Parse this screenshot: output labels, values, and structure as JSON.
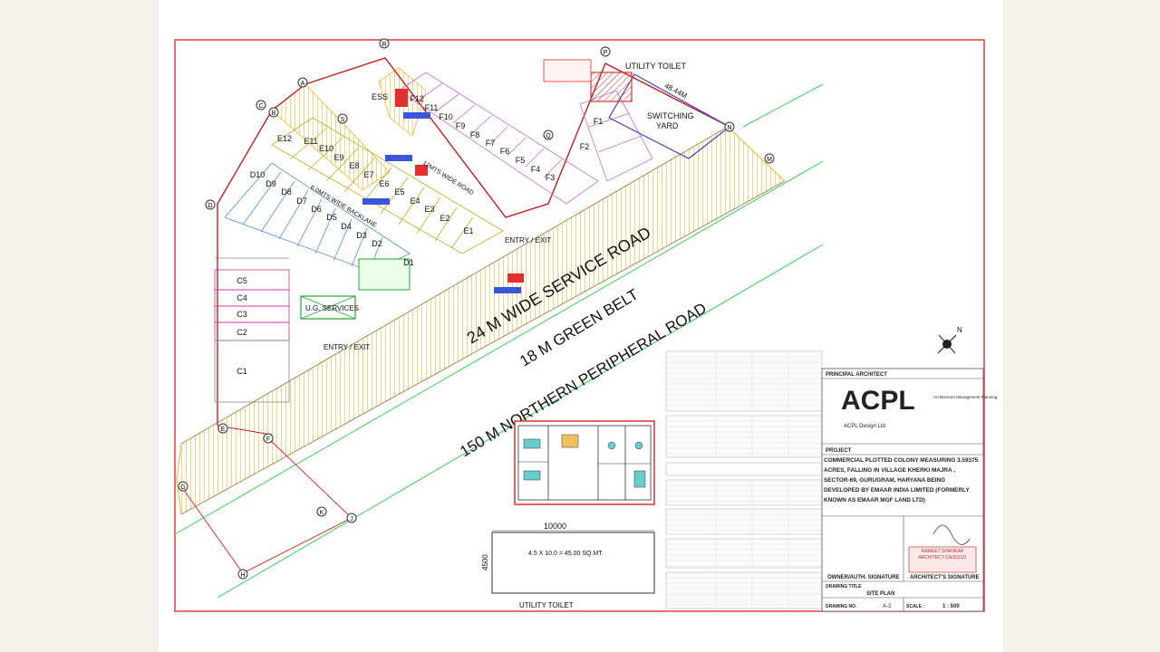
{
  "roads": {
    "service_road": "24  M  WIDE SERVICE ROAD",
    "green_belt": "18 M  GREEN BELT",
    "peripheral_road": "150 M  NORTHERN PERIPHERAL ROAD",
    "backlane": "6.0MTS WIDE BACKLANE",
    "internal_road": "12MTS WIDE ROAD"
  },
  "labels": {
    "utility_toilet_top": "UTILITY TOILET",
    "switching_yard_1": "SWITCHING",
    "switching_yard_2": "YARD",
    "ess": "ESS",
    "entry_exit_1": "ENTRY / EXIT",
    "entry_exit_2": "ENTRY / EXIT",
    "ug_services": "U.G. SERVICES",
    "utility_toilet_bottom": "UTILITY TOILET",
    "toilet_area": "4.5 X 10.0 = 45.00 SQ.MT.",
    "dim_10000": "10000",
    "dim_4500": "4500",
    "dim_4844": "48.44M"
  },
  "plots": {
    "c_block": [
      "C5",
      "C4",
      "C3",
      "C2",
      "C1"
    ],
    "d_block": [
      "D10",
      "D9",
      "D8",
      "D7",
      "D6",
      "D5",
      "D4",
      "D3",
      "D2",
      "D1"
    ],
    "e_block": [
      "E12",
      "E11",
      "E10",
      "E9",
      "E8",
      "E7",
      "E6",
      "E5",
      "E4",
      "E3",
      "E2",
      "E1"
    ],
    "f_block": [
      "F12",
      "F11",
      "F10",
      "F9",
      "F8",
      "F7",
      "F6",
      "F5",
      "F4",
      "F3",
      "F2",
      "F1"
    ]
  },
  "points": [
    "A",
    "B",
    "C",
    "D",
    "E",
    "F",
    "G",
    "H",
    "J",
    "K",
    "M",
    "N",
    "P",
    "Q",
    "R",
    "S"
  ],
  "title_block": {
    "principal_architect": "PRINCIPAL ARCHITECT",
    "logo": "ACPL",
    "firm_name": "ACPL Design Ltd",
    "firm_tags": "Architecture Management Planning",
    "project_heading": "PROJECT",
    "project_text": "COMMERCIAL PLOTTED COLONY MEASURING  3.59375 ACRES, FALLING IN  VILLAGE KHERKI MAJRA , SECTOR-69, GURUGRAM, HARYANA BEING DEVELOPED BY EMAAR INDIA LIMITED (FORMERLY KNOWN AS EMAAR MGF LAND LTD)",
    "owner_sign": "OWNER/AUTH. SIGNATURE",
    "architect_sign": "ARCHITECT'S SIGNATURE",
    "stamp": "RAMEET SHANKAR ARCHITECT CA/2021/1",
    "drawing_title_label": "DRAWING TITLE",
    "drawing_title": "SITE PLAN",
    "drawing_no_label": "DRAWING NO.",
    "drawing_no": "A-2",
    "scale_label": "SCALE :",
    "scale": "1 : 500"
  },
  "colors": {
    "border": "#e03030",
    "hatch": "#e8b830",
    "green_line": "#3ccf5a",
    "plot_c": "#cc3399",
    "plot_d": "#4a8fd6",
    "plot_e": "#b8b020",
    "plot_f": "#c070d0"
  }
}
